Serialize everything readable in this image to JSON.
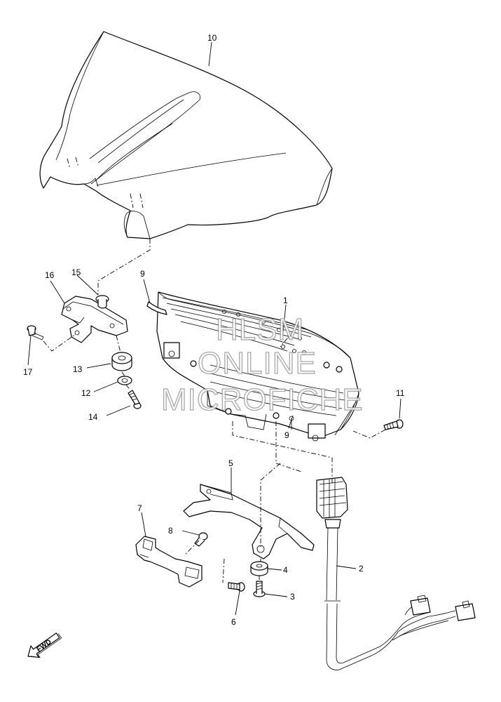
{
  "callouts": {
    "c1": "1",
    "c2": "2",
    "c3": "3",
    "c4": "4",
    "c5": "5",
    "c6": "6",
    "c7": "7",
    "c8": "8",
    "c9a": "9",
    "c9b": "9",
    "c10": "10",
    "c11": "11",
    "c12": "12",
    "c13": "13",
    "c14": "14",
    "c15": "15",
    "c16": "16",
    "c17": "17"
  },
  "watermark": {
    "line1": "HLSM",
    "line2": "ONLINE",
    "line3": "MICROFICHE"
  },
  "fwd_label": "FWD",
  "colors": {
    "line": "#000000",
    "watermark": "#9a9a9a",
    "background": "#ffffff"
  }
}
